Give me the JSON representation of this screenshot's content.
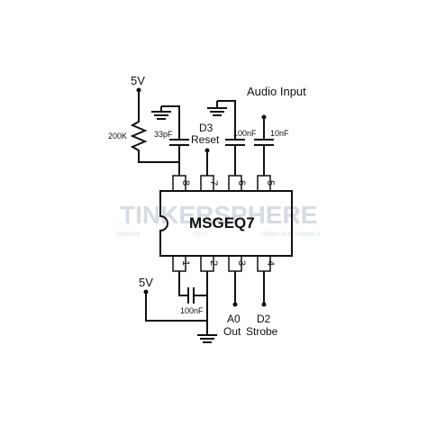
{
  "watermark": {
    "brand": "TINKERSPHERE",
    "tags": [
      "ROBOTS",
      "TOYS",
      "HOBBY ELECTRONICS"
    ]
  },
  "chip": {
    "name": "MSGEQ7",
    "top_pins": [
      "8",
      "7",
      "6",
      "5"
    ],
    "bottom_pins": [
      "1",
      "2",
      "3",
      "4"
    ]
  },
  "labels": {
    "vcc_top": "5V",
    "resistor": "200K",
    "cap_33p": "33pF",
    "d3": "D3",
    "reset": "Reset",
    "cap_100n_top": "100nF",
    "audio_input": "Audio Input",
    "cap_10n": "10nF",
    "vcc_bottom": "5V",
    "cap_100n_bottom": "100nF",
    "a0": "A0",
    "out": "Out",
    "d2": "D2",
    "strobe": "Strobe"
  }
}
